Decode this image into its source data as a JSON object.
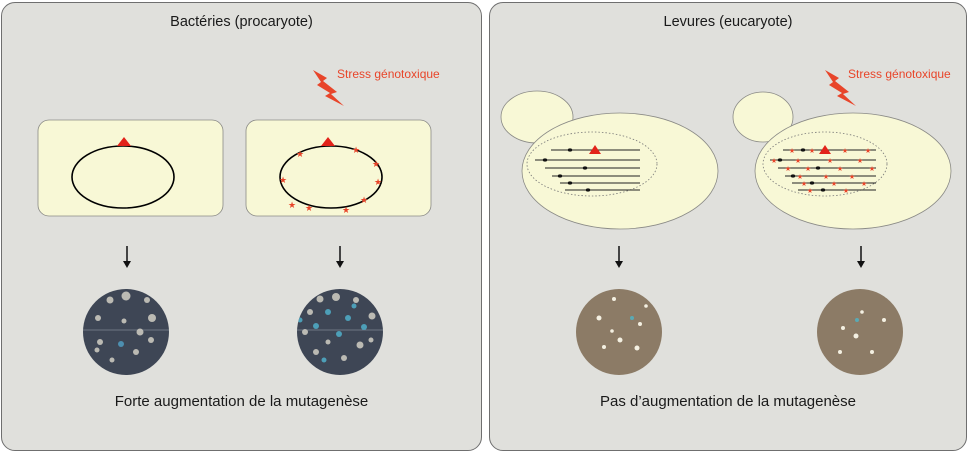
{
  "colors": {
    "panel_bg": "#e0e0dc",
    "cell_fill": "#f8f8d6",
    "damage_red": "#e2231a",
    "stress_orange": "#e8452a",
    "bacteria_plate": "#3e4655",
    "yeast_plate": "#8c7b66"
  },
  "panels": {
    "bacteria": {
      "title": "Bactéries (procaryote)",
      "stress_label": "Stress génotoxique",
      "caption": "Forte augmentation de la mutagenèse"
    },
    "yeast": {
      "title": "Levures (eucaryote)",
      "stress_label": "Stress génotoxique",
      "caption": "Pas d’augmentation de la mutagenèse"
    }
  },
  "icons": {
    "stress": "lightning-bolt-icon",
    "arrow": "arrow-down-icon",
    "lesion": "triangle-icon",
    "mutation": "star-icon"
  }
}
